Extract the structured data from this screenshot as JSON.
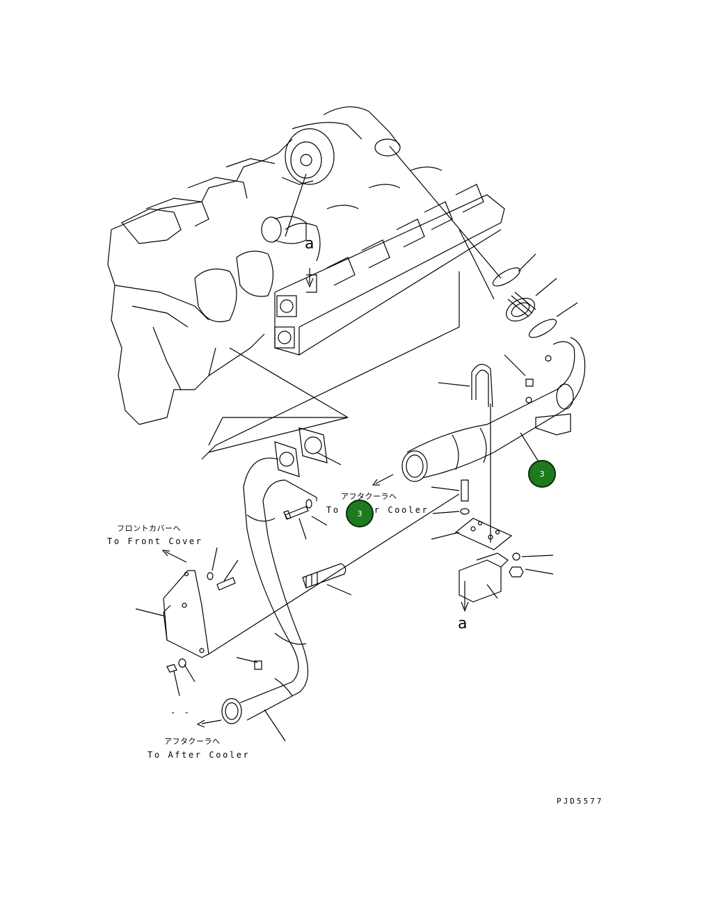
{
  "labels": {
    "to_after_cooler_jp_upper": "アフタクーラへ",
    "to_after_cooler_en_upper": "To After Cooler",
    "to_front_cover_jp": "フロントカバーへ",
    "to_front_cover_en": "To Front Cover",
    "to_after_cooler_jp_lower": "アフタクーラへ",
    "to_after_cooler_en_lower": "To After Cooler",
    "ref_a_top": "a",
    "ref_a_bottom": "a",
    "dash_mark": "- -",
    "drawing_code": "PJD5577"
  },
  "callouts": [
    {
      "number": "3"
    },
    {
      "number": "3"
    }
  ],
  "colors": {
    "callout_fill": "#1f7a1f",
    "line": "#000000"
  }
}
